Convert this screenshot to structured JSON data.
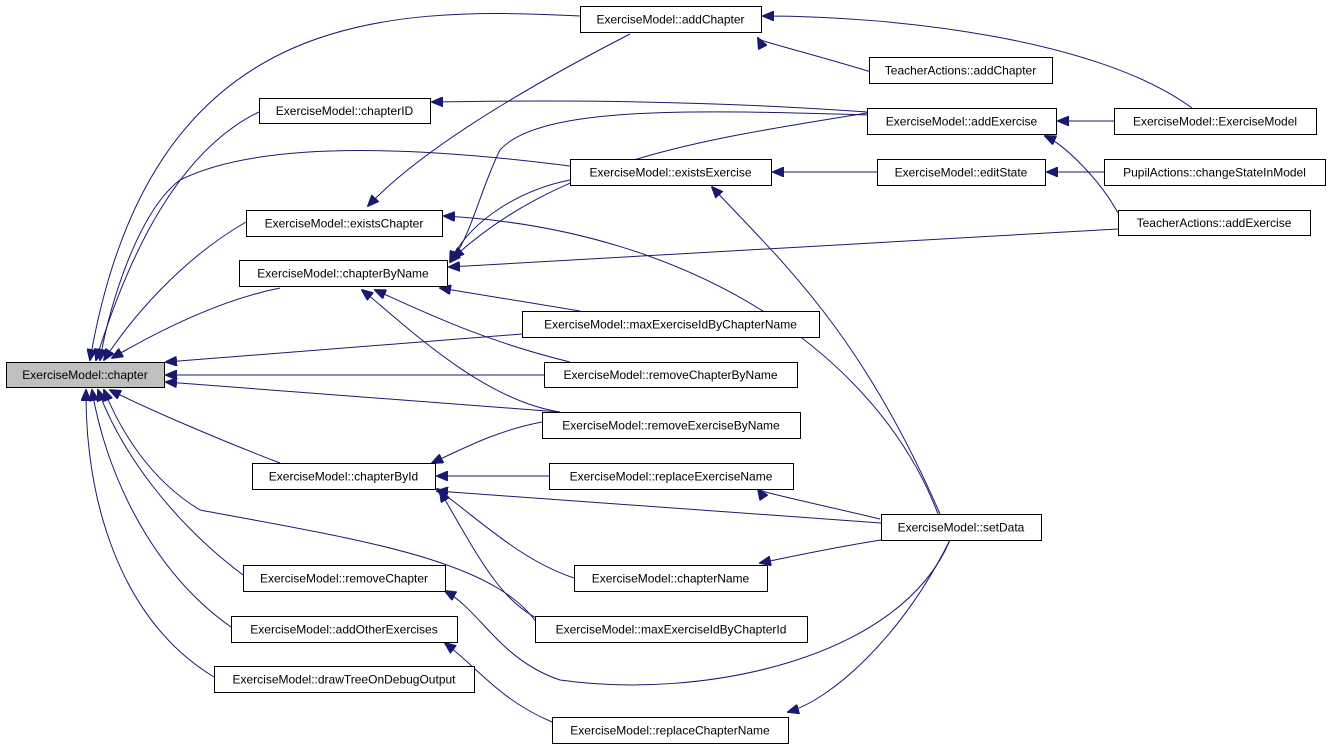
{
  "graph": {
    "root": "n_chapter",
    "nodes": [
      {
        "id": "n_chapter",
        "label": "ExerciseModel::chapter",
        "root": true
      },
      {
        "id": "n_addChapter",
        "label": "ExerciseModel::addChapter"
      },
      {
        "id": "n_taAddChapter",
        "label": "TeacherActions::addChapter"
      },
      {
        "id": "n_chapterID",
        "label": "ExerciseModel::chapterID"
      },
      {
        "id": "n_addExercise",
        "label": "ExerciseModel::addExercise"
      },
      {
        "id": "n_emCtor",
        "label": "ExerciseModel::ExerciseModel"
      },
      {
        "id": "n_existsExercise",
        "label": "ExerciseModel::existsExercise"
      },
      {
        "id": "n_editState",
        "label": "ExerciseModel::editState"
      },
      {
        "id": "n_paChangeState",
        "label": "PupilActions::changeStateInModel"
      },
      {
        "id": "n_existsChapter",
        "label": "ExerciseModel::existsChapter"
      },
      {
        "id": "n_taAddExercise",
        "label": "TeacherActions::addExercise"
      },
      {
        "id": "n_chapterByName",
        "label": "ExerciseModel::chapterByName"
      },
      {
        "id": "n_maxExByName",
        "label": "ExerciseModel::maxExerciseIdByChapterName"
      },
      {
        "id": "n_removeChapterByName",
        "label": "ExerciseModel::removeChapterByName"
      },
      {
        "id": "n_removeExerciseByName",
        "label": "ExerciseModel::removeExerciseByName"
      },
      {
        "id": "n_chapterById",
        "label": "ExerciseModel::chapterById"
      },
      {
        "id": "n_replaceExerciseName",
        "label": "ExerciseModel::replaceExerciseName"
      },
      {
        "id": "n_setData",
        "label": "ExerciseModel::setData"
      },
      {
        "id": "n_chapterName",
        "label": "ExerciseModel::chapterName"
      },
      {
        "id": "n_removeChapter",
        "label": "ExerciseModel::removeChapter"
      },
      {
        "id": "n_maxExById",
        "label": "ExerciseModel::maxExerciseIdByChapterId"
      },
      {
        "id": "n_addOther",
        "label": "ExerciseModel::addOtherExercises"
      },
      {
        "id": "n_drawTree",
        "label": "ExerciseModel::drawTreeOnDebugOutput"
      },
      {
        "id": "n_replaceChapterName",
        "label": "ExerciseModel::replaceChapterName"
      }
    ]
  }
}
